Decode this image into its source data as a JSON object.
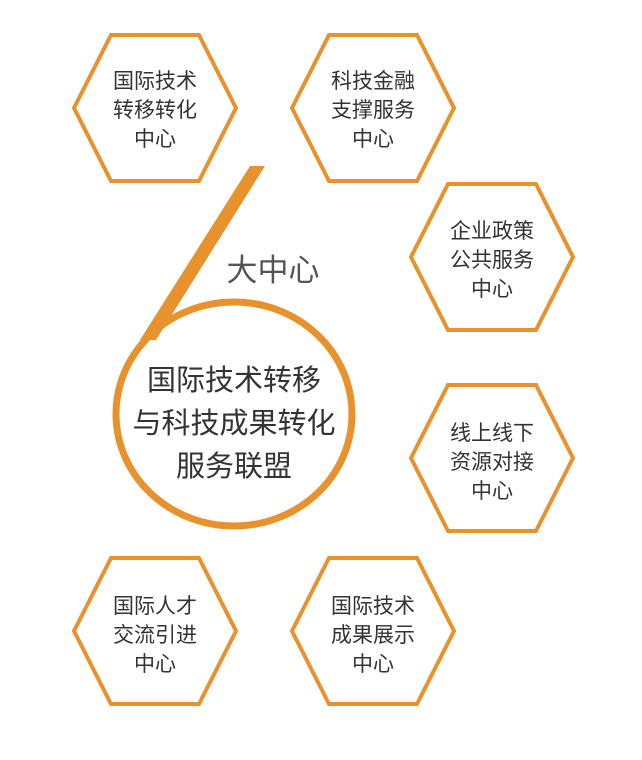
{
  "colors": {
    "accent": "#E8922E",
    "text": "#333333",
    "sub_text": "#555555",
    "background": "#FFFFFF"
  },
  "center": {
    "number": "6",
    "subtitle": "大中心",
    "lines": [
      "国际技术转移",
      "与科技成果转化",
      "服务联盟"
    ]
  },
  "centers": [
    {
      "lines": [
        "国际技术",
        "转移转化",
        "中心"
      ]
    },
    {
      "lines": [
        "科技金融",
        "支撑服务",
        "中心"
      ]
    },
    {
      "lines": [
        "企业政策",
        "公共服务",
        "中心"
      ]
    },
    {
      "lines": [
        "线上线下",
        "资源对接",
        "中心"
      ]
    },
    {
      "lines": [
        "国际人才",
        "交流引进",
        "中心"
      ]
    },
    {
      "lines": [
        "国际技术",
        "成果展示",
        "中心"
      ]
    }
  ]
}
